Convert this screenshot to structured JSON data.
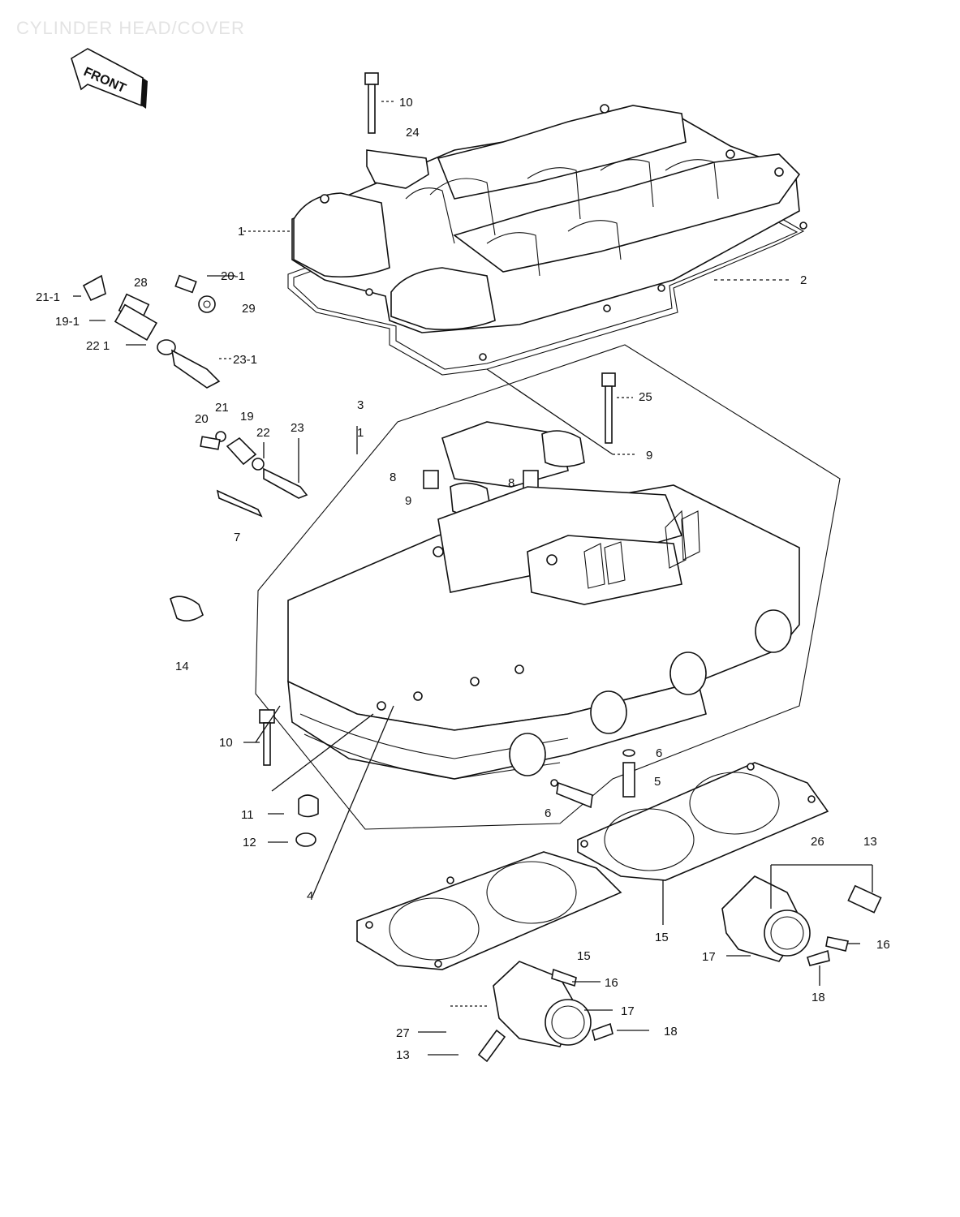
{
  "title": "CYLINDER HEAD/COVER",
  "front_label": "FRONT",
  "callouts": [
    {
      "id": "c10a",
      "text": "10"
    },
    {
      "id": "c24",
      "text": "24"
    },
    {
      "id": "c1top",
      "text": "1"
    },
    {
      "id": "c2",
      "text": "2"
    },
    {
      "id": "c28",
      "text": "28"
    },
    {
      "id": "c21-1",
      "text": "21-1"
    },
    {
      "id": "c20-1",
      "text": "20-1"
    },
    {
      "id": "c29",
      "text": "29"
    },
    {
      "id": "c19-1",
      "text": "19-1"
    },
    {
      "id": "c22-1",
      "text": "22 1"
    },
    {
      "id": "c23-1",
      "text": "23-1"
    },
    {
      "id": "c25",
      "text": "25"
    },
    {
      "id": "c3",
      "text": "3"
    },
    {
      "id": "c1mid",
      "text": "1"
    },
    {
      "id": "c21",
      "text": "21"
    },
    {
      "id": "c20",
      "text": "20"
    },
    {
      "id": "c19",
      "text": "19"
    },
    {
      "id": "c22",
      "text": "22"
    },
    {
      "id": "c23",
      "text": "23"
    },
    {
      "id": "c9a",
      "text": "9"
    },
    {
      "id": "c8a",
      "text": "8"
    },
    {
      "id": "c8b",
      "text": "8"
    },
    {
      "id": "c9b",
      "text": "9"
    },
    {
      "id": "c7",
      "text": "7"
    },
    {
      "id": "c14",
      "text": "14"
    },
    {
      "id": "c10b",
      "text": "10"
    },
    {
      "id": "c6a",
      "text": "6"
    },
    {
      "id": "c5",
      "text": "5"
    },
    {
      "id": "c6b",
      "text": "6"
    },
    {
      "id": "c11",
      "text": "11"
    },
    {
      "id": "c12",
      "text": "12"
    },
    {
      "id": "c4",
      "text": "4"
    },
    {
      "id": "c26",
      "text": "26"
    },
    {
      "id": "c13a",
      "text": "13"
    },
    {
      "id": "c16a",
      "text": "16"
    },
    {
      "id": "c17a",
      "text": "17"
    },
    {
      "id": "c18a",
      "text": "18"
    },
    {
      "id": "c15a",
      "text": "15"
    },
    {
      "id": "c15b",
      "text": "15"
    },
    {
      "id": "c16b",
      "text": "16"
    },
    {
      "id": "c17b",
      "text": "17"
    },
    {
      "id": "c18b",
      "text": "18"
    },
    {
      "id": "c27",
      "text": "27"
    },
    {
      "id": "c13b",
      "text": "13"
    }
  ]
}
